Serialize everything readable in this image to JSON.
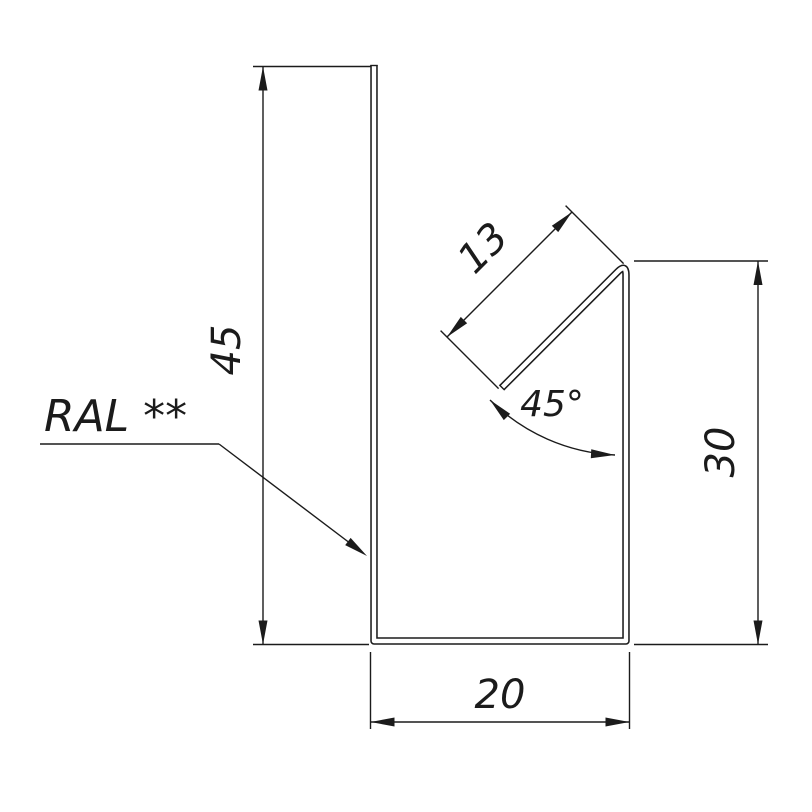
{
  "drawing": {
    "part_label": "RAL **",
    "dimensions": {
      "left_height": "45",
      "right_height": "30",
      "bottom_width": "20",
      "flange_length": "13",
      "flange_angle": "45°"
    },
    "colors": {
      "line": "#1b1b1b",
      "background": "#ffffff"
    }
  }
}
